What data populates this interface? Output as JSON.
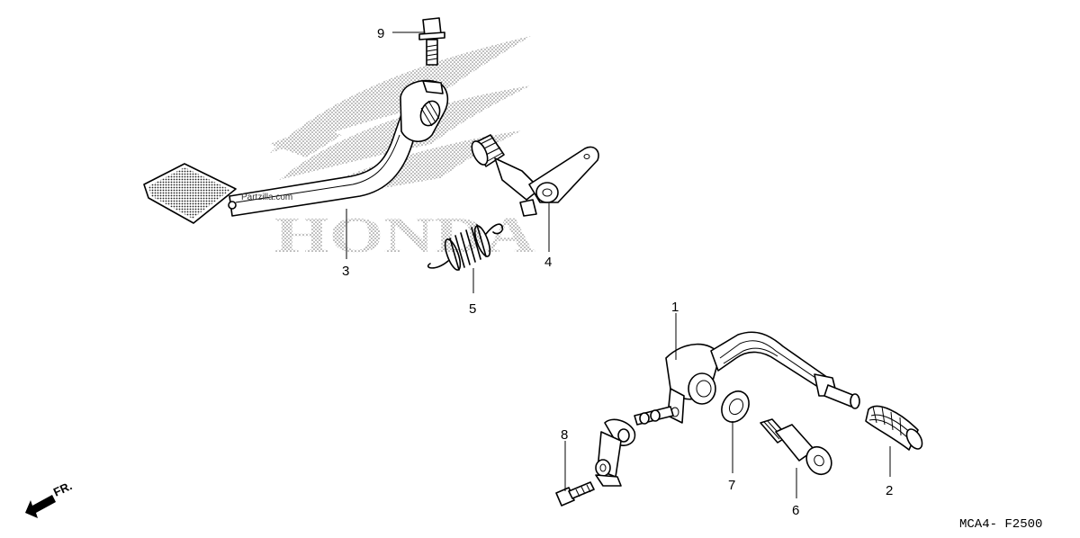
{
  "watermark": {
    "logo_text": "HONDA",
    "site": "Partzilla.com"
  },
  "direction_label": "FR.",
  "diagram_code": "MCA4- F2500",
  "callouts": [
    {
      "num": "1"
    },
    {
      "num": "2"
    },
    {
      "num": "3"
    },
    {
      "num": "4"
    },
    {
      "num": "5"
    },
    {
      "num": "6"
    },
    {
      "num": "7"
    },
    {
      "num": "8"
    },
    {
      "num": "9"
    }
  ]
}
